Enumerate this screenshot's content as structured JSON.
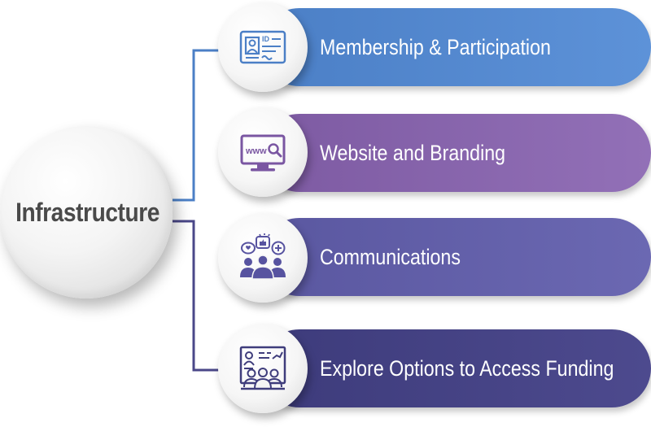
{
  "hub": {
    "label": "Infrastructure"
  },
  "items": [
    {
      "label": "Membership & Participation",
      "icon": "id-card-icon",
      "color": "#5a8fd6"
    },
    {
      "label": "Website and Branding",
      "icon": "website-monitor-icon",
      "color": "#8a66ad"
    },
    {
      "label": "Communications",
      "icon": "chat-group-icon",
      "color": "#6663ac"
    },
    {
      "label": "Explore Options to Access Funding",
      "icon": "presentation-audience-icon",
      "color": "#46447f"
    }
  ],
  "colors": {
    "connector_upper": "#4b7fc6",
    "connector_lower": "#4a4788",
    "icon_upper": "#4b7fc6",
    "icon_purple": "#7a56a2",
    "icon_indigo": "#5753a0",
    "icon_dark": "#3f3d7c",
    "hub_text": "#4a4a4a"
  },
  "icon_text": {
    "id_tag": "ID",
    "www": "www"
  }
}
